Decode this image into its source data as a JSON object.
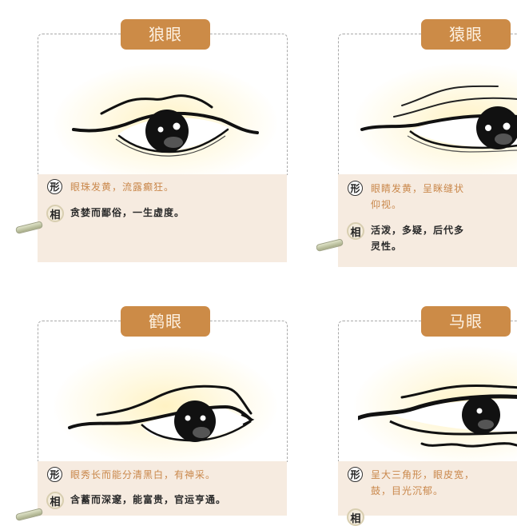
{
  "cards": [
    {
      "title": "狼眼",
      "shape_label": "形",
      "shape_text": "眼珠发黄，流露癫狂。",
      "meaning_label": "相",
      "meaning_text": "贪婪而鄙俗，一生虚度。"
    },
    {
      "title": "猿眼",
      "shape_label": "形",
      "shape_text": "眼睛发黄，呈眯缝状",
      "shape_text_line2": "仰视。",
      "meaning_label": "相",
      "meaning_text": "活泼，多疑，后代多",
      "meaning_text_line2": "灵性。"
    },
    {
      "title": "鹤眼",
      "shape_label": "形",
      "shape_text": "眼秀长而能分清黑白，有神采。",
      "meaning_label": "相",
      "meaning_text": "含蓄而深邃，能富贵，官运亨通。"
    },
    {
      "title": "马眼",
      "shape_label": "形",
      "shape_text": "呈大三角形，眼皮宽，",
      "shape_text_line2": "鼓，目光沉郁。",
      "meaning_label": "相"
    }
  ],
  "colors": {
    "title_badge": "#cc8b47",
    "title_text": "#fdf1e2",
    "panel_bg": "#f6ebe0",
    "shape_text": "#c9874a",
    "meaning_text": "#2a2a2a",
    "dashed_border": "#a9a9a9"
  }
}
